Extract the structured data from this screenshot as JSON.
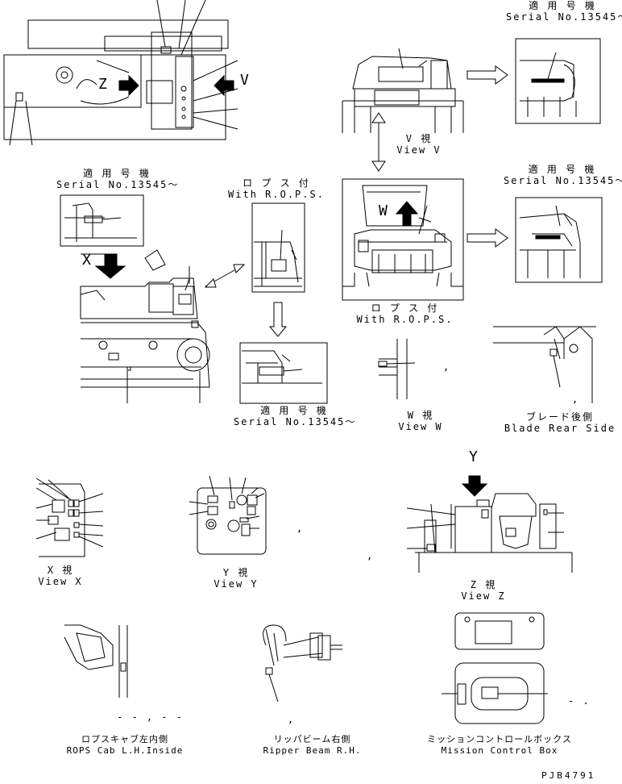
{
  "serial_labels": [
    {
      "line1": "適 用 号 機",
      "line2": "Serial No.13545～"
    },
    {
      "line1": "適 用 号 機",
      "line2": "Serial No.13545～"
    },
    {
      "line1": "適 用 号 機",
      "line2": "Serial No.13545～"
    },
    {
      "line1": "適 用 号 機",
      "line2": "Serial No.13545～"
    }
  ],
  "rops_labels": [
    {
      "jp": "ロ プ ス 付",
      "en": "With R.O.P.S."
    },
    {
      "jp": "ロ プ ス 付",
      "en": "With R.O.P.S."
    }
  ],
  "views": {
    "v": {
      "jp": "V 視",
      "en": "View V"
    },
    "w": {
      "jp": "W 視",
      "en": "View W"
    },
    "x": {
      "jp": "X 視",
      "en": "View X"
    },
    "y": {
      "jp": "Y 視",
      "en": "View Y"
    },
    "z": {
      "jp": "Z 視",
      "en": "View Z"
    }
  },
  "view_letters": {
    "v": "V",
    "w": "W",
    "x": "X",
    "y": "Y",
    "z": "Z"
  },
  "locations": {
    "blade": {
      "jp": "ブレード後側",
      "en": "Blade Rear Side"
    },
    "rops_cab": {
      "jp": "ロプスキャブ左内側",
      "en": "ROPS Cab L.H.Inside"
    },
    "ripper": {
      "jp": "リッパビーム右側",
      "en": "Ripper Beam R.H."
    },
    "mission": {
      "jp": "ミッションコントロールボックス",
      "en": "Mission Control Box"
    }
  },
  "marks": {
    "comma": ",",
    "dashes": "- - , - -",
    "dot_dash": "- ."
  },
  "drawing_code": "PJB4791"
}
